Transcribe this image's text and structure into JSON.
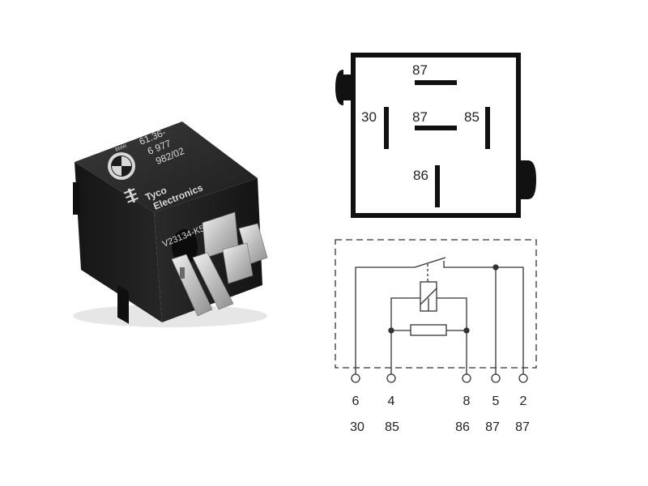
{
  "relay_photo": {
    "part_lines": [
      "61.36-",
      "6 977",
      "982/02"
    ],
    "maker_lines": [
      "Tyco",
      "Electronics"
    ],
    "model_code": "V23134-K55-X476",
    "logo_text": "BMW"
  },
  "pinout": {
    "pins": [
      {
        "label": "87"
      },
      {
        "label": "30"
      },
      {
        "label": "87"
      },
      {
        "label": "85"
      },
      {
        "label": "86"
      }
    ]
  },
  "schematic": {
    "terminals": [
      {
        "number": "6",
        "name": "30"
      },
      {
        "number": "4",
        "name": "85"
      },
      {
        "number": "8",
        "name": "86"
      },
      {
        "number": "5",
        "name": "87"
      },
      {
        "number": "2",
        "name": "87"
      }
    ]
  },
  "colors": {
    "relay_body": "#1c1c1c",
    "pin_metal": "#c9c9c9",
    "line": "#111111"
  }
}
